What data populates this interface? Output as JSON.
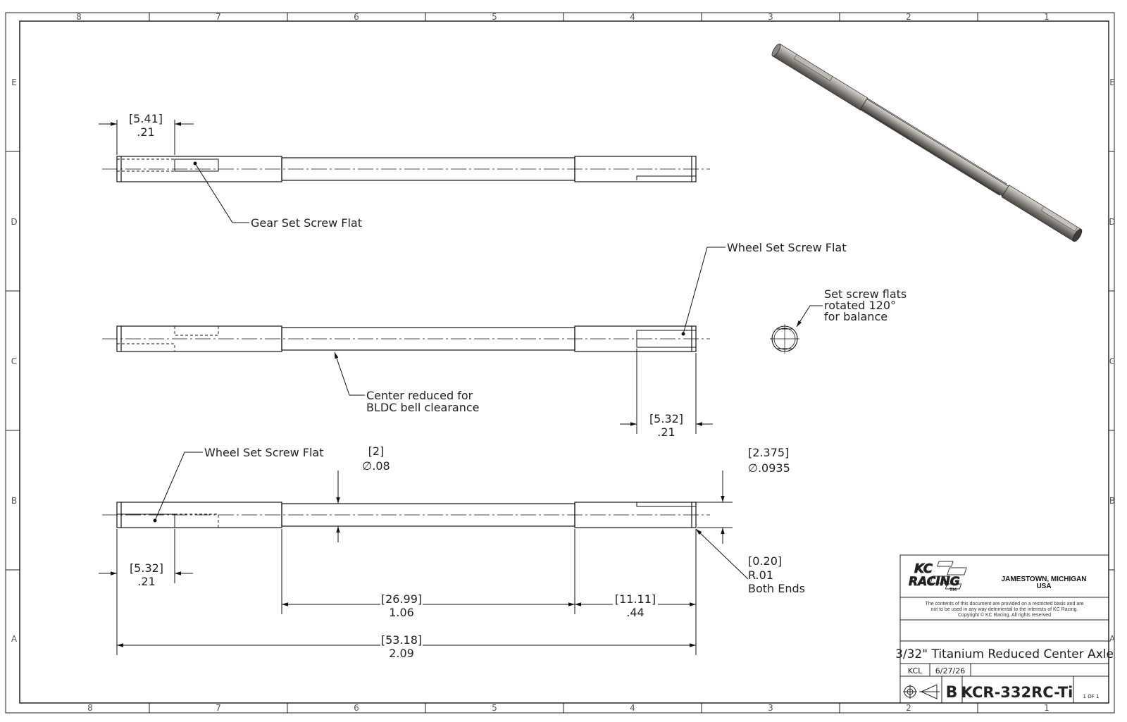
{
  "zones": {
    "columns": [
      "8",
      "7",
      "6",
      "5",
      "4",
      "3",
      "2",
      "1"
    ],
    "rows": [
      "E",
      "D",
      "C",
      "B",
      "A"
    ]
  },
  "view1": {
    "dim_metric": "[5.41]",
    "dim_inch": ".21",
    "callout": "Gear Set Screw Flat"
  },
  "view2": {
    "callout_wheel": "Wheel Set Screw Flat",
    "callout_center_line1": "Center reduced for",
    "callout_center_line2": "BLDC bell clearance",
    "dim_metric": "[5.32]",
    "dim_inch": ".21"
  },
  "section": {
    "line1": "Set screw flats",
    "line2": "rotated 120°",
    "line3": "for balance"
  },
  "view3": {
    "callout_wheel": "Wheel Set Screw Flat",
    "dia_center_metric": "[2]",
    "dia_center_inch": "∅.08",
    "dia_end_metric": "[2.375]",
    "dia_end_inch": "∅.0935",
    "flat_metric": "[5.32]",
    "flat_inch": ".21",
    "center_len_metric": "[26.99]",
    "center_len_inch": "1.06",
    "end_len_metric": "[11.11]",
    "end_len_inch": ".44",
    "overall_metric": "[53.18]",
    "overall_inch": "2.09",
    "radius_metric": "[0.20]",
    "radius_inch": "R.01",
    "radius_note": "Both Ends"
  },
  "title_block": {
    "logo_line1": "KC",
    "logo_line2": "RACING",
    "logo_tm": "TM",
    "location_line1": "JAMESTOWN, MICHIGAN",
    "location_line2": "USA",
    "notice_line1": "The contents of this document are provided on a restricted basis and are",
    "notice_line2": "not to be used in any way detrimental to the interests of KC Racing.",
    "notice_line3": "Copyright © KC Racing. All rights reserved",
    "title": "3/32\" Titanium Reduced Center Axle",
    "drawn_by": "KCL",
    "date": "6/27/26",
    "size": "B",
    "part_number": "KCR-332RC-Ti",
    "sheet": "1  OF  1"
  }
}
